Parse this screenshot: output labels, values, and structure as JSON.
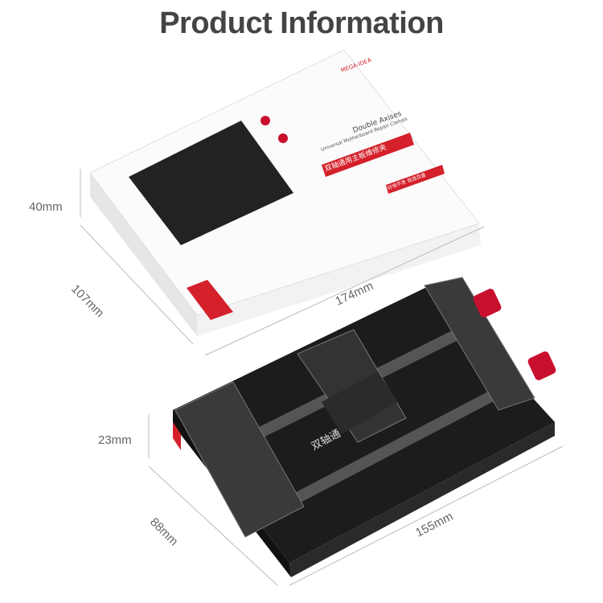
{
  "title": "Product Information",
  "dimensions": {
    "box_height": "40mm",
    "box_depth": "107mm",
    "box_width": "174mm",
    "clamp_height": "23mm",
    "clamp_depth": "88mm",
    "clamp_width": "155mm"
  },
  "packaging": {
    "brand": "MEGA-IDEA",
    "product_en": "Double Axises",
    "product_en_sub": "Universal Motherboard Repair Clamps",
    "product_cn": "双轴通用主板维修夹",
    "tagline_cn": "好用不贵 就选百盛"
  },
  "clamp_label_cn": "双轴通",
  "colors": {
    "accent": "#d4202a",
    "knob": "#c8102e",
    "plate": "#1c1c1e"
  }
}
